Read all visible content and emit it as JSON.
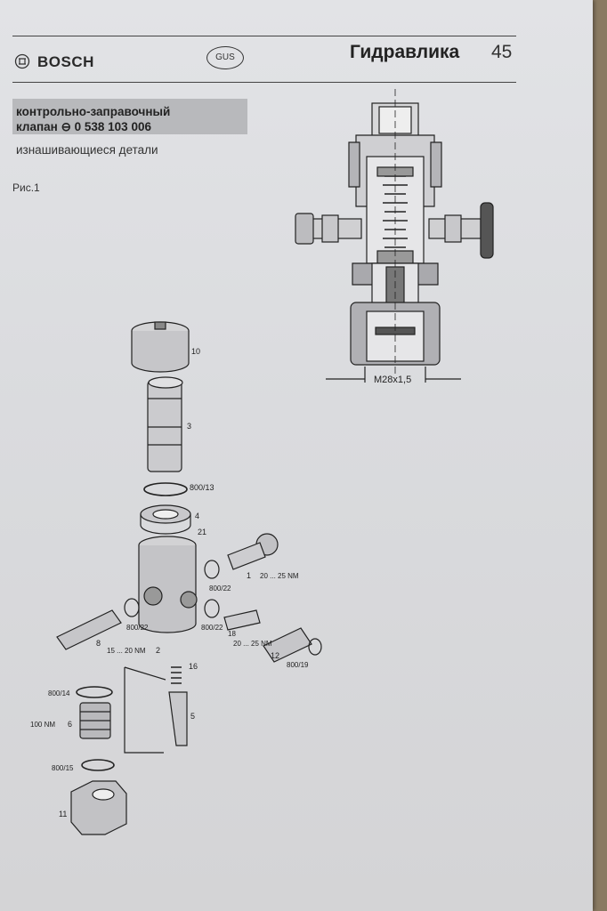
{
  "header": {
    "brand": "BOSCH",
    "badge": "GUS",
    "section": "Гидравлика",
    "page": "45"
  },
  "title": {
    "line1": "контрольно-заправочный",
    "line2": "клапан ⊖ 0 538 103 006",
    "subtitle": "изнашивающиеся детали"
  },
  "figure": {
    "label": "Рис.1",
    "dimension": "M28x1,5"
  },
  "parts": {
    "p10": "10",
    "p3": "3",
    "p800_13": "800/13",
    "p4": "4",
    "p21": "21",
    "p1": "1",
    "t1": "20 ... 25 NM",
    "p800_22a": "800/22",
    "p800_22b": "800/22",
    "p800_22c": "800/22",
    "p18": "18",
    "t18": "20 ... 25 NM",
    "p12": "12",
    "p800_19": "800/19",
    "p8": "8",
    "p2": "2",
    "t2": "15 ... 20 NM",
    "p16": "16",
    "p800_14": "800/14",
    "p6": "6",
    "t6": "100 NM",
    "p5": "5",
    "p800_15": "800/15",
    "p11": "11"
  }
}
